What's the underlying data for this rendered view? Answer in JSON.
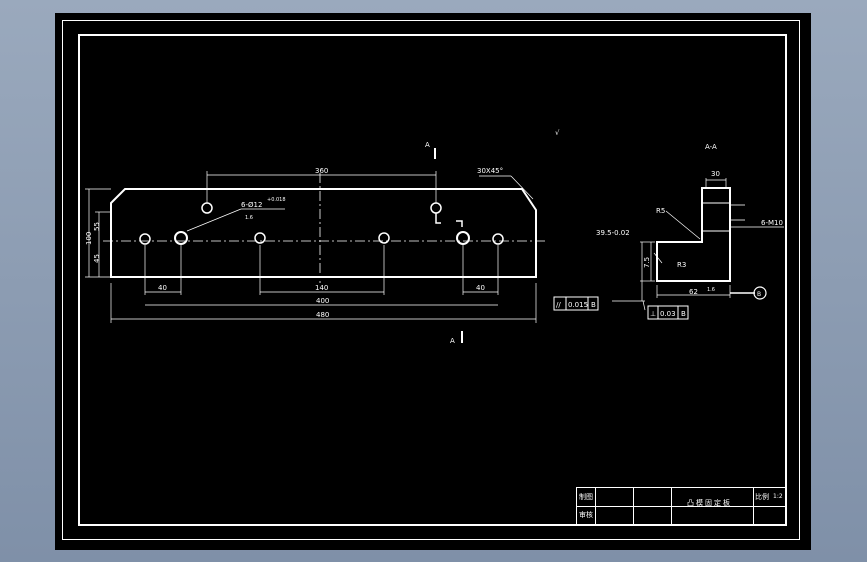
{
  "drawing": {
    "dims": {
      "overall_height": "100",
      "height_upper": "55",
      "height_lower": "45",
      "span_top": "360",
      "hole_callout": "6-Ø12",
      "hole_tol": "+0.018",
      "roughness_hole": "1.6",
      "span_middle": "140",
      "edge_left": "40",
      "edge_right": "40",
      "span_400": "400",
      "span_480": "480",
      "chamfer": "30X45°"
    },
    "section": {
      "title": "A-A",
      "marker_top": "A",
      "marker_bottom": "A",
      "width_top": "30",
      "depth": "6-M10",
      "fillet": "R5",
      "height_dim": "39.5-0.02",
      "bottom_dim": "62",
      "left_dim": "7.5",
      "radius_small": "R3",
      "roughness": "1.6",
      "datum": "B"
    },
    "gdt": [
      {
        "symbol": "//",
        "value": "0.015",
        "datum": "B"
      },
      {
        "symbol": "⊥",
        "value": "0.03",
        "datum": "B"
      }
    ],
    "roughness_general": "√"
  },
  "title_block": {
    "name": "凸模固定板",
    "left_labels": [
      "制图",
      "审核"
    ],
    "scale_label": "比例",
    "scale_value": "1:2"
  }
}
